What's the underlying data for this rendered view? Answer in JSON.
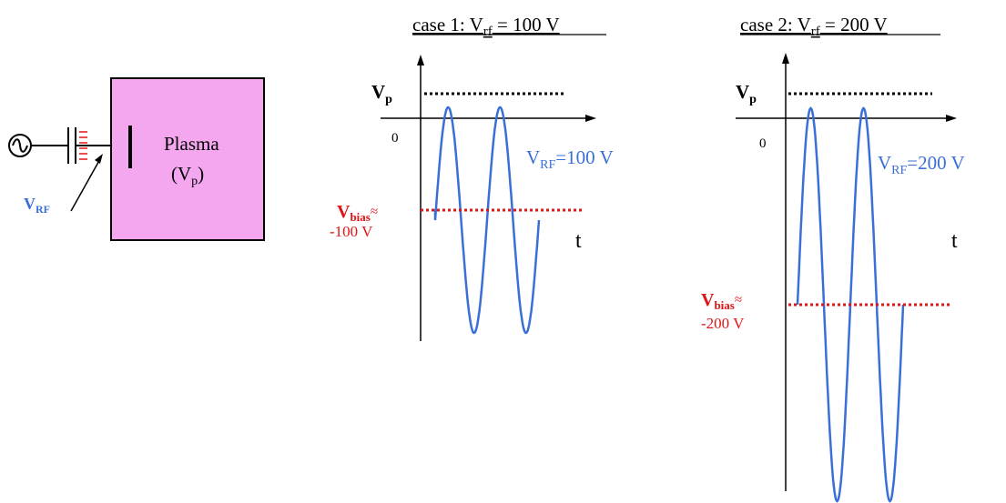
{
  "colors": {
    "plasma_fill": "#f4a6ee",
    "wave": "#3a6fd8",
    "bias": "#e01616",
    "ink": "#000000",
    "vrf_label": "#3a6fd8"
  },
  "circuit": {
    "plasma_label": "Plasma",
    "plasma_vp_main": "(V",
    "plasma_vp_sub": "p",
    "plasma_vp_close": ")",
    "vrf_main": "V",
    "vrf_sub": "RF"
  },
  "case1": {
    "title_prefix": "case 1: V",
    "title_sub": "rf",
    "title_suffix": " = 100 V",
    "vp_main": "V",
    "vp_sub": "p",
    "zero": "0",
    "t_label": "t",
    "vrf_main": "V",
    "vrf_sub": "RF",
    "vrf_value": "=100 V",
    "bias_main": "V",
    "bias_sub": "bias",
    "bias_approx": "≈",
    "bias_value": "-100 V"
  },
  "case2": {
    "title_prefix": "case 2: V",
    "title_sub": "rf",
    "title_suffix": " = 200 V",
    "vp_main": "V",
    "vp_sub": "p",
    "zero": "0",
    "t_label": "t",
    "vrf_main": "V",
    "vrf_sub": "RF",
    "vrf_value": "=200 V",
    "bias_main": "V",
    "bias_sub": "bias",
    "bias_approx": "≈",
    "bias_value": "-200 V"
  }
}
